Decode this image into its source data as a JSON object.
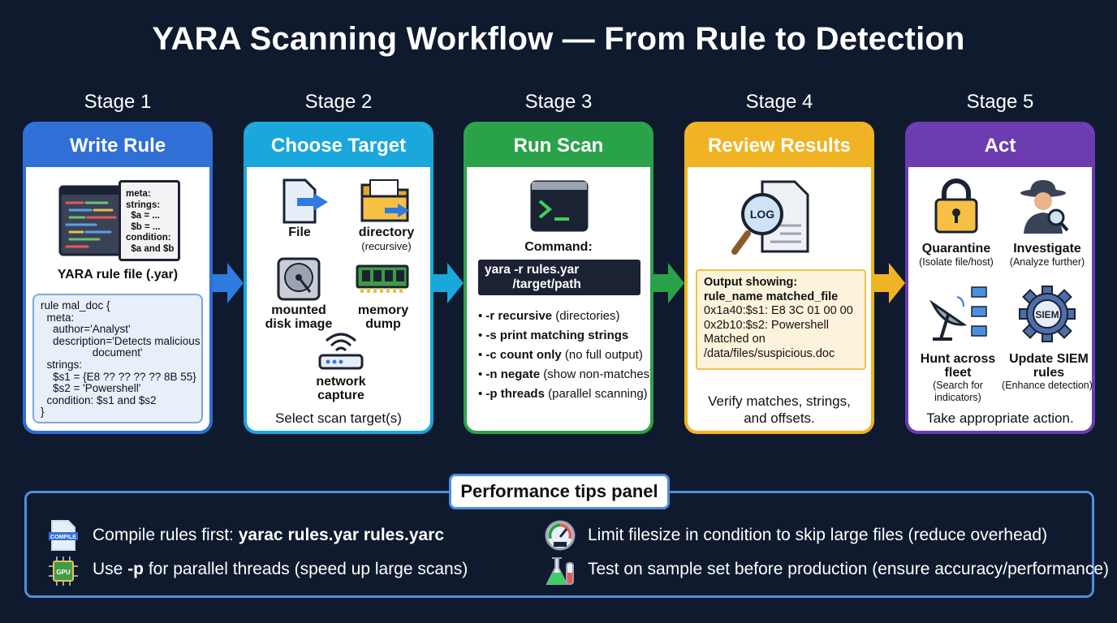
{
  "title": "YARA Scanning Workflow — From Rule to Detection",
  "colors": {
    "background": "#0f1a2e",
    "stage1": "#2f6fd6",
    "stage2": "#1aa7dc",
    "stage3": "#2aa24a",
    "stage4": "#f0b323",
    "stage5": "#6a3cb0"
  },
  "stages": [
    {
      "label": "Stage 1",
      "header": "Write Rule",
      "rule_file_card": "meta:\nstrings:\n  $a = ...\n  $b = ...\ncondition:\n  $a and $b",
      "caption": "YARA rule file (.yar)",
      "code": "rule mal_doc {\n  meta:\n    author='Analyst'\n    description='Detects malicious\n                 document'\n  strings:\n    $s1 = {E8 ?? ?? ?? ?? 8B 55}\n    $s2 = 'Powershell'\n  condition: $s1 and $s2\n}"
    },
    {
      "label": "Stage 2",
      "header": "Choose Target",
      "targets": [
        {
          "name": "File",
          "sub": "",
          "icon": "file-icon"
        },
        {
          "name": "directory",
          "sub": "(recursive)",
          "icon": "folder-icon"
        },
        {
          "name": "mounted\ndisk image",
          "sub": "",
          "icon": "hard-disk-icon"
        },
        {
          "name": "memory\ndump",
          "sub": "",
          "icon": "memory-chip-icon"
        },
        {
          "name": "network\ncapture",
          "sub": "",
          "icon": "router-icon"
        }
      ],
      "footer": "Select scan target(s)"
    },
    {
      "label": "Stage 3",
      "header": "Run Scan",
      "command_label": "Command:",
      "command": "yara -r rules.yar\n        /target/path",
      "flags": [
        {
          "flag": "-r recursive",
          "desc": " (directories)"
        },
        {
          "flag": "-s print matching strings",
          "desc": ""
        },
        {
          "flag": "-c count only",
          "desc": " (no full output)"
        },
        {
          "flag": "-n negate",
          "desc": " (show non-matches)"
        },
        {
          "flag": "-p threads",
          "desc": " (parallel scanning)"
        }
      ]
    },
    {
      "label": "Stage 4",
      "header": "Review Results",
      "log_badge": "LOG",
      "output_title": "Output showing:",
      "output_rule": "rule_name matched_file",
      "output_lines": "0x1a40:$s1: E8 3C 01 00 00\n0x2b10:$s2: Powershell\nMatched on\n/data/files/suspicious.doc",
      "footer": "Verify matches, strings,\nand offsets."
    },
    {
      "label": "Stage 5",
      "header": "Act",
      "actions": [
        {
          "name": "Quarantine",
          "sub": "(Isolate file/host)",
          "icon": "lock-icon"
        },
        {
          "name": "Investigate",
          "sub": "(Analyze further)",
          "icon": "detective-icon"
        },
        {
          "name": "Hunt across\nfleet",
          "sub": "(Search for\nindicators)",
          "icon": "satellite-dish-icon"
        },
        {
          "name": "Update SIEM\nrules",
          "sub": "(Enhance detection)",
          "icon": "siem-gear-icon"
        }
      ],
      "siem_badge": "SIEM",
      "footer": "Take appropriate action."
    }
  ],
  "tips_panel": {
    "title": "Performance tips panel",
    "tips": [
      {
        "prefix": "Compile rules first: ",
        "bold": "yarac rules.yar rules.yarc",
        "suffix": "",
        "icon": "compile-file-icon",
        "icon_text": "COMPILE"
      },
      {
        "prefix": "Use ",
        "bold": "-p",
        "suffix": " for parallel threads (speed up large scans)",
        "icon": "gpu-chip-icon",
        "icon_text": "GPU"
      },
      {
        "prefix": "Limit filesize in condition to skip large files (reduce overhead)",
        "bold": "",
        "suffix": "",
        "icon": "gauge-icon"
      },
      {
        "prefix": "Test on sample set before production (ensure accuracy/performance)",
        "bold": "",
        "suffix": "",
        "icon": "flask-icon"
      }
    ]
  }
}
